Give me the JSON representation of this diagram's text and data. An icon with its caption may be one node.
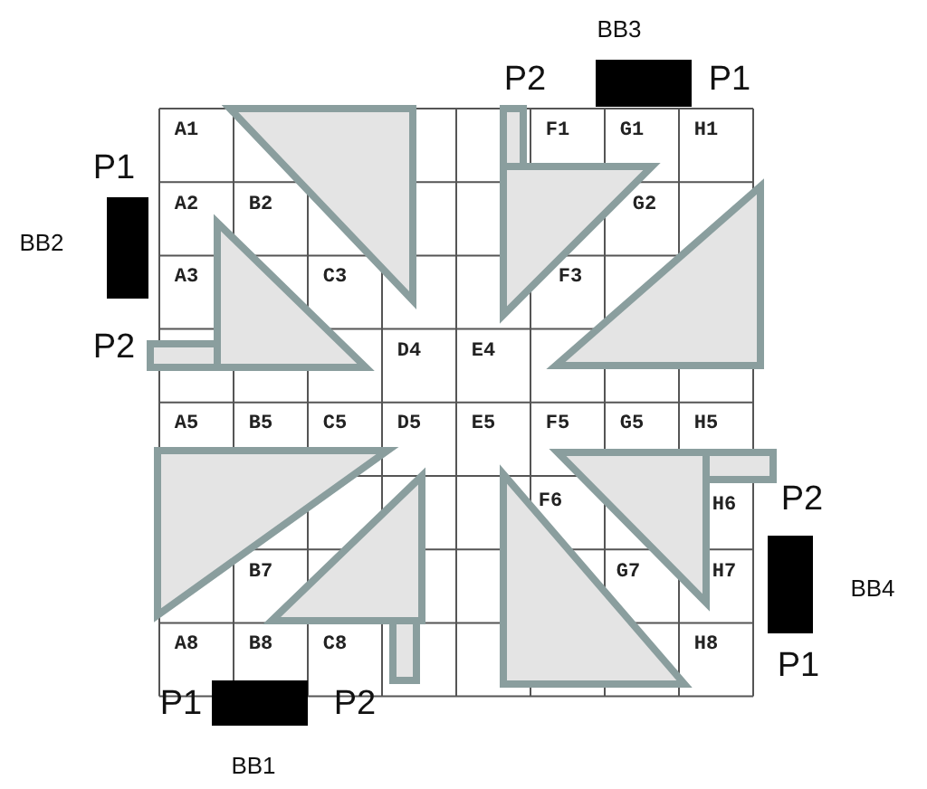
{
  "diagram": {
    "labels": [
      "BB3",
      "P2",
      "P1",
      "P1",
      "A1",
      "F1",
      "G1",
      "H1",
      "A2",
      "B2",
      "G2",
      "BB2",
      "A3",
      "C3",
      "F3",
      "P2",
      "D4",
      "E4",
      "A5",
      "B5",
      "C5",
      "D5",
      "E5",
      "F5",
      "G5",
      "H5",
      "F6",
      "H6",
      "P2",
      "B7",
      "G7",
      "H7",
      "BB4",
      "A8",
      "B8",
      "C8",
      "H8",
      "P1",
      "P1",
      "P2",
      "BB1"
    ]
  }
}
